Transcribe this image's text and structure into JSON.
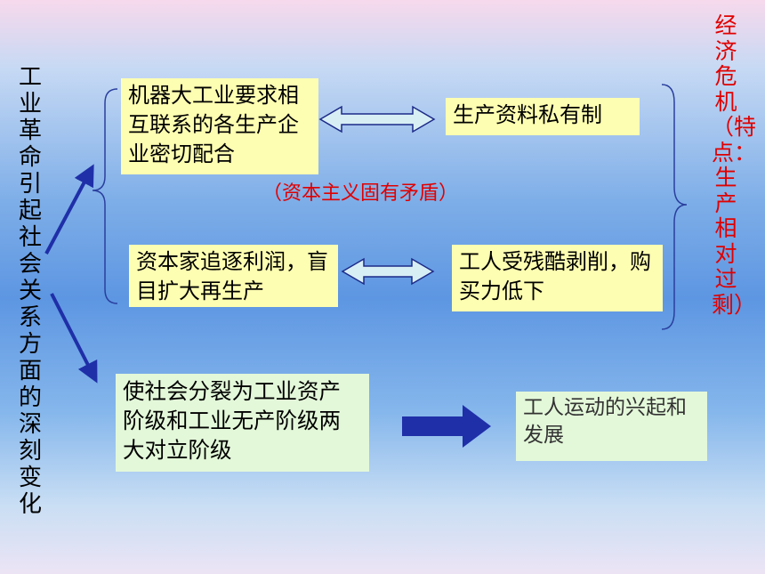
{
  "left_title": "工业革命引起社会关系方面的深刻变化",
  "right_title": "经济危机（特点：生产相对过剩）",
  "boxes": {
    "machine_industry": "机器大工业要求相互联系的各生产企业密切配合",
    "private_ownership": "生产资料私有制",
    "capitalists": "资本家追逐利润，盲目扩大再生产",
    "workers": "工人受残酷剥削，购买力低下",
    "class_division": "使社会分裂为工业资产阶级和工业无产阶级两大对立阶级",
    "labor_movement": "工人运动的兴起和发展"
  },
  "contradiction_note": "（资本主义固有矛盾）",
  "colors": {
    "box_yellow": "#fefeb2",
    "box_green": "#e3f8d9",
    "accent_red": "#e00000",
    "arrow_blue": "#1f2fa8",
    "double_arrow_fill": "#d7eef5"
  }
}
